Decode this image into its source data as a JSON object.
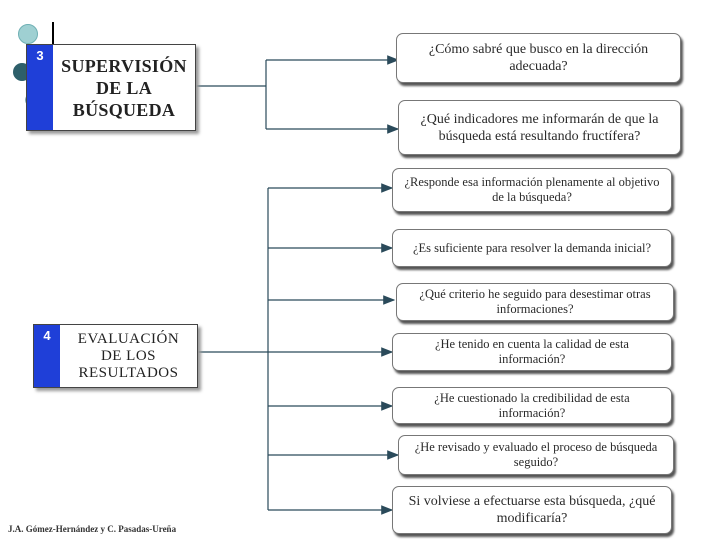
{
  "stages": [
    {
      "number": "3",
      "title": "SUPERVISIÓN\nDE LA\nBÚSQUEDA"
    },
    {
      "number": "4",
      "title": "EVALUACIÓN\nDE LOS\nRESULTADOS"
    }
  ],
  "questions": [
    "¿Cómo sabré que busco en la dirección adecuada?",
    "¿Qué indicadores me informarán de que la búsqueda está resultando fructífera?",
    "¿Responde esa información plenamente al objetivo de la búsqueda?",
    "¿Es suficiente para resolver la demanda inicial?",
    "¿Qué criterio he seguido para desestimar otras informaciones?",
    "¿He tenido en cuenta la calidad de esta información?",
    "¿He cuestionado la credibilidad de esta información?",
    "¿He revisado y evaluado el proceso de búsqueda seguido?",
    "Si volviese a efectuarse esta búsqueda, ¿qué modificaría?"
  ],
  "footer": "J.A. Gómez-Hernández y C. Pasadas-Ureña",
  "colors": {
    "stage_number_bg": "#1f3fd8",
    "connector": "#2a4a5a"
  }
}
